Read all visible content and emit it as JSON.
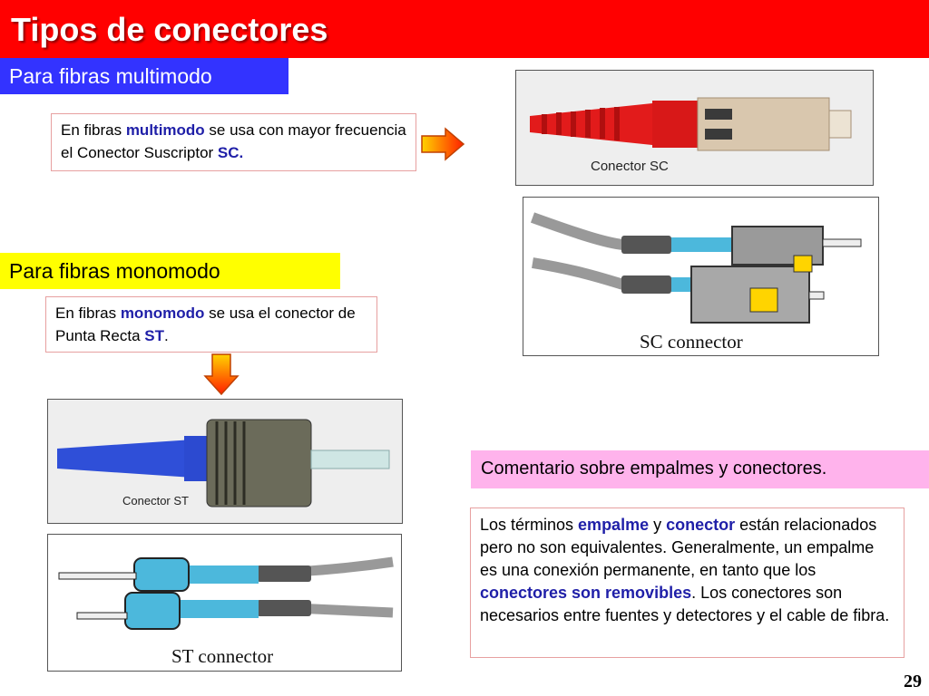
{
  "title": "Tipos de conectores",
  "multimode": {
    "banner": "Para fibras multimodo",
    "text_parts": [
      "En fibras ",
      "multimodo",
      " se usa con mayor frecuencia el Conector Suscriptor ",
      "SC."
    ]
  },
  "singlemode": {
    "banner": "Para fibras monomodo",
    "text_parts": [
      "En fibras ",
      "monomodo",
      " se usa el conector de Punta Recta ",
      "ST",
      "."
    ]
  },
  "photos": {
    "sc_caption": "Conector SC",
    "sc_pair_caption": "SC connector",
    "st_caption": "Conector ST",
    "st_pair_caption": "ST connector"
  },
  "comment": {
    "banner": "Comentario sobre empalmes y conectores.",
    "text_parts": [
      "Los términos ",
      "empalme",
      " y ",
      "conector",
      " están relacionados pero no son equivalentes. Generalmente, un empalme es una conexión permanente, en tanto que los ",
      "conectores son removibles",
      ". Los conectores son necesarios entre fuentes y detectores y el cable de fibra."
    ]
  },
  "page_number": "29",
  "colors": {
    "title_bar": "#ff0000",
    "multimode_banner": "#3333ff",
    "singlemode_banner": "#ffff00",
    "comment_banner": "#ffb3ec",
    "highlight": "#1f1fa8"
  }
}
